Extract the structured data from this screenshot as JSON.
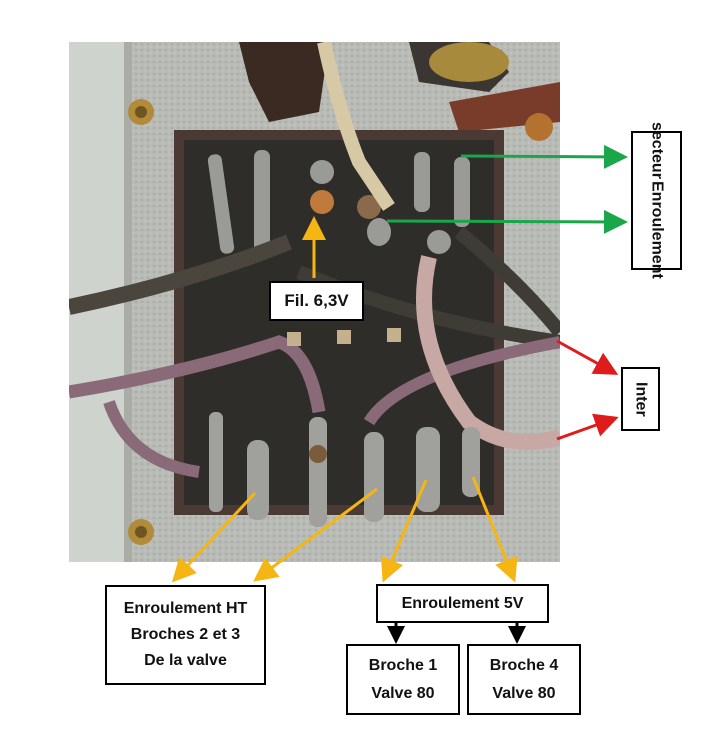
{
  "figure": {
    "photo": {
      "subject": "Transformer terminal board (top view) with cloth-covered wires"
    },
    "labels": {
      "filament": "Fil. 6,3V",
      "secteur": {
        "lines": [
          "Enroulement",
          "secteur"
        ]
      },
      "inter": "Inter",
      "ht": {
        "lines": [
          "Enroulement HT",
          "Broches 2 et 3",
          "De la valve"
        ]
      },
      "enr5v": "Enroulement 5V",
      "broche1": {
        "lines": [
          "Broche 1",
          "Valve 80"
        ]
      },
      "broche4": {
        "lines": [
          "Broche 4",
          "Valve 80"
        ]
      }
    },
    "colors": {
      "arrow_green": "#1aa64a",
      "arrow_red": "#e01b1b",
      "arrow_yellow": "#f5b512",
      "arrow_black": "#000000",
      "box_border": "#000000",
      "box_fill": "#ffffff"
    }
  }
}
